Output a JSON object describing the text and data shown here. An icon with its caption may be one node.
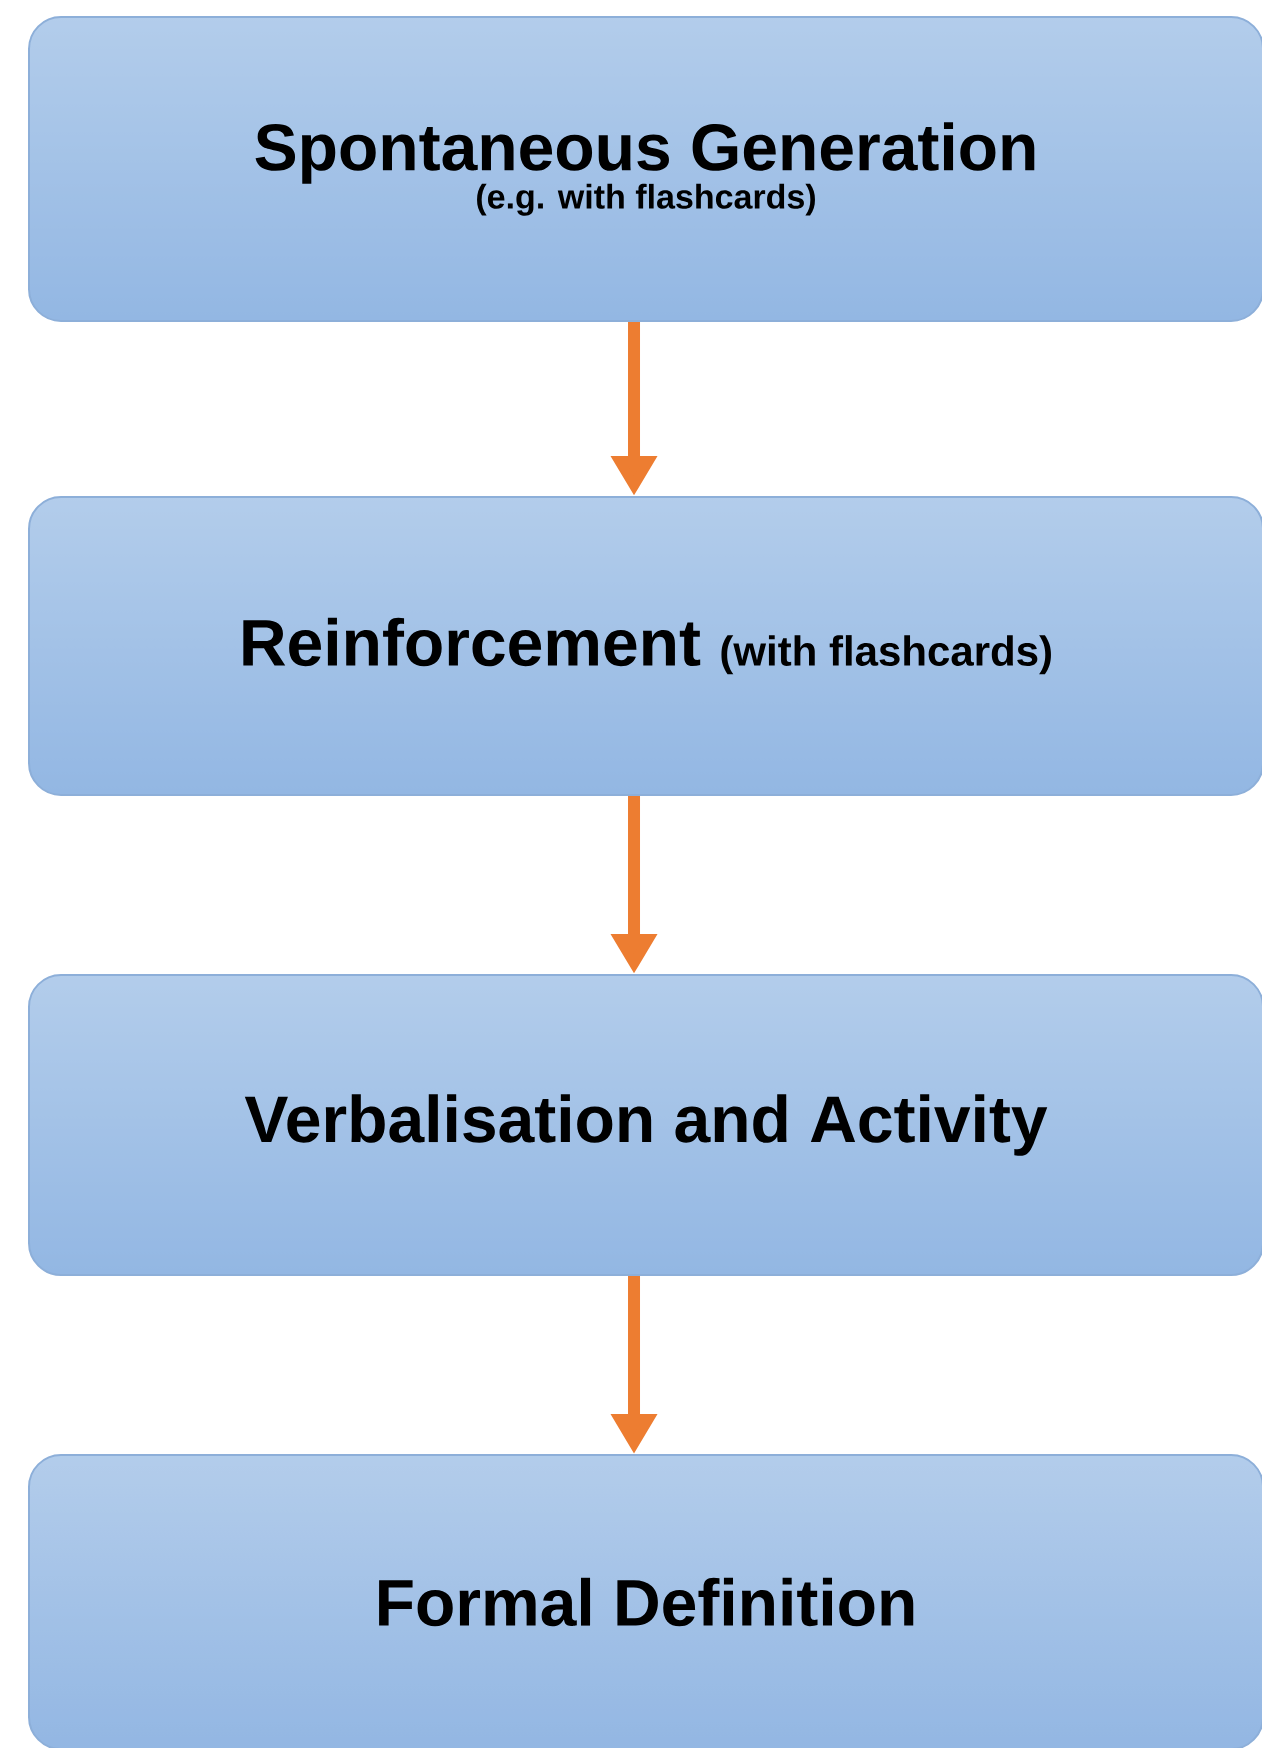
{
  "diagram": {
    "nodes": [
      {
        "text": [
          "Spontaneous Generation",
          "(e.g. with flashcards)"
        ]
      },
      {
        "text": [
          "Reinforcement",
          "(with flashcards)"
        ]
      },
      {
        "text": [
          "Verbalisation and Activity"
        ]
      },
      {
        "text": [
          "Formal Definition"
        ]
      }
    ],
    "edges": [
      {
        "from": 0,
        "to": 1,
        "arrow": "to"
      },
      {
        "from": 1,
        "to": 2,
        "arrow": "to"
      },
      {
        "from": 2,
        "to": 3,
        "arrow": "to"
      }
    ]
  }
}
